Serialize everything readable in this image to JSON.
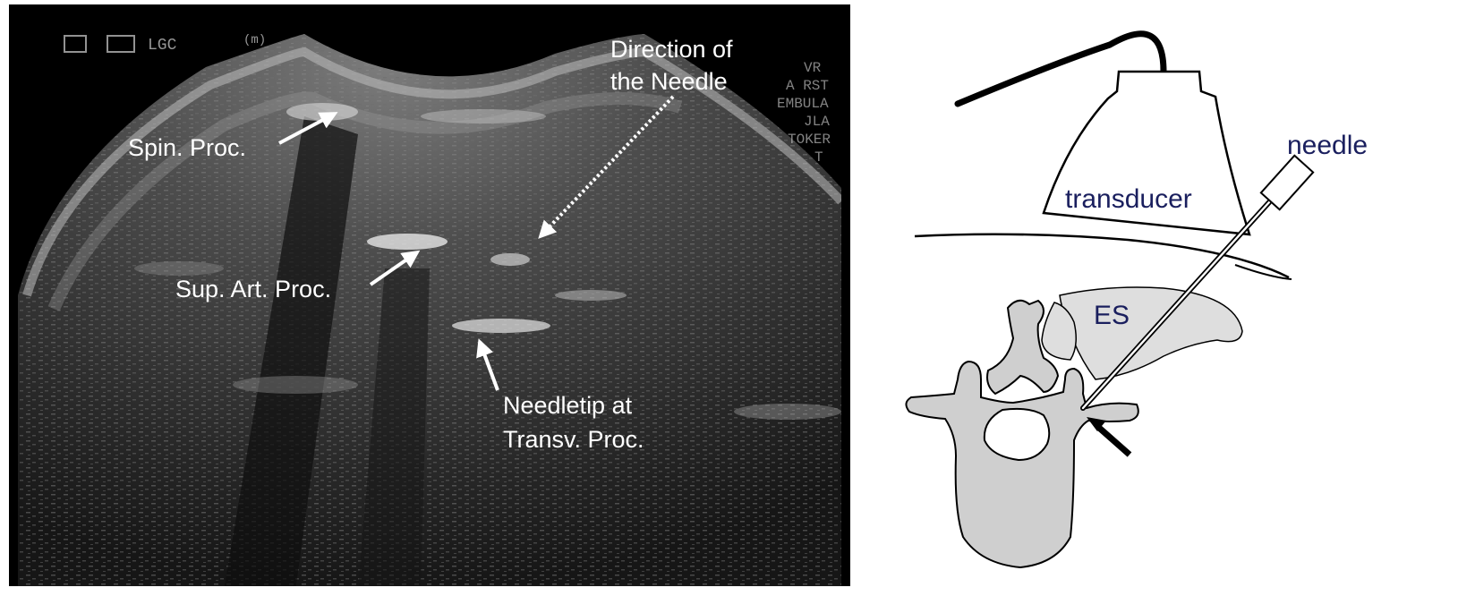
{
  "ultrasound": {
    "labels": {
      "spinous_process": "Spin. Proc.",
      "superior_articular_process": "Sup. Art. Proc.",
      "needle_direction_line1": "Direction of",
      "needle_direction_line2": "the Needle",
      "needletip_line1": "Needletip at",
      "needletip_line2": "Transv. Proc."
    },
    "overlay_marks": [
      "LGC",
      "(m)",
      "VR",
      "A RST",
      "EMBULA",
      "JLA",
      "TOKER",
      "T"
    ]
  },
  "diagram": {
    "labels": {
      "needle": "needle",
      "transducer": "transducer",
      "erector_spinae": "ES"
    }
  },
  "colors": {
    "label_navy": "#1a1f5e",
    "bone_fill": "#cfcfcf",
    "muscle_fill": "#dedede",
    "ultrasound_text": "#ffffff"
  }
}
